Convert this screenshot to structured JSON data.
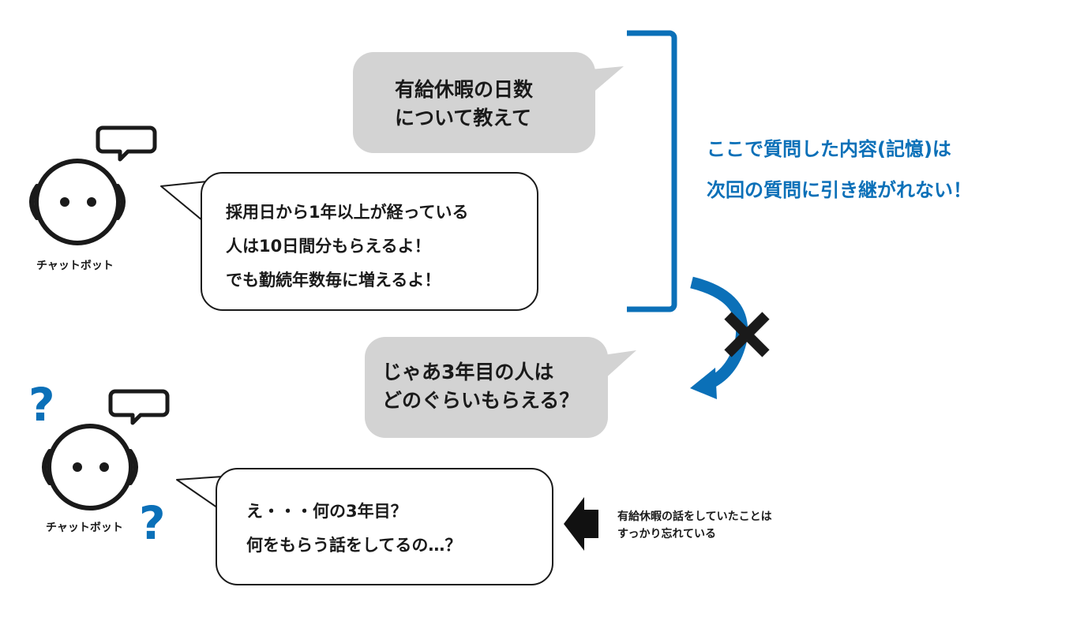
{
  "colors": {
    "accent_blue": "#0b70b8",
    "bubble_gray": "#d3d3d3",
    "ink": "#1a1a1a"
  },
  "chatbot_top": {
    "label": "チャットボット"
  },
  "chatbot_bottom": {
    "label": "チャットボット",
    "question_marks": [
      "?",
      "?"
    ]
  },
  "user_question_1": {
    "lines": [
      "有給休暇の日数",
      "について教えて"
    ]
  },
  "bot_answer_1": {
    "lines": [
      "採用日から1年以上が経っている",
      "人は10日間分もらえるよ！",
      "でも勤続年数毎に増えるよ！"
    ]
  },
  "user_question_2": {
    "lines": [
      "じゃあ3年目の人は",
      "どのぐらいもらえる？"
    ]
  },
  "bot_answer_2": {
    "lines": [
      "え・・・何の3年目？",
      "何をもらう話をしてるの…？"
    ]
  },
  "memory_note": {
    "lines": [
      "ここで質問した内容(記憶)は",
      "次回の質問に引き継がれない！"
    ]
  },
  "forgot_note": {
    "lines": [
      "有給休暇の話をしていたことは",
      "すっかり忘れている"
    ]
  },
  "icons": [
    "robot-face-icon",
    "speech-balloon-icon",
    "bracket-icon",
    "curved-arrow-icon",
    "cross-icon",
    "left-arrow-icon",
    "question-mark-icon"
  ]
}
